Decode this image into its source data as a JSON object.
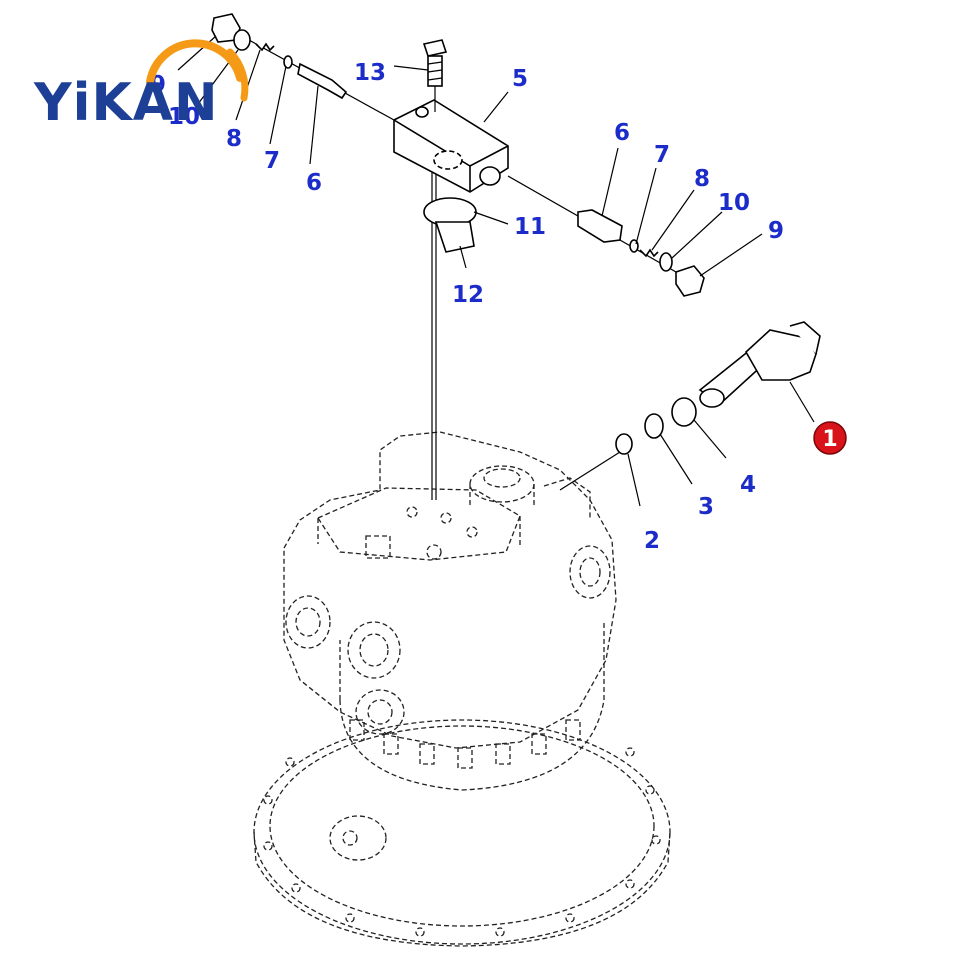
{
  "logo": {
    "text": "YiKAN",
    "arc_color": "#f59a16",
    "text_color": "#1d3f96"
  },
  "callouts": {
    "c13": "13",
    "c5": "5",
    "c9a": "9",
    "c10a": "10",
    "c8a": "8",
    "c7a": "7",
    "c6a": "6",
    "c6b": "6",
    "c7b": "7",
    "c8b": "8",
    "c10b": "10",
    "c9b": "9",
    "c11": "11",
    "c12": "12",
    "c2": "2",
    "c3": "3",
    "c4": "4",
    "c1": "1"
  },
  "colors": {
    "callout": "#1c2cc9",
    "highlight_badge": "#d8141a"
  }
}
